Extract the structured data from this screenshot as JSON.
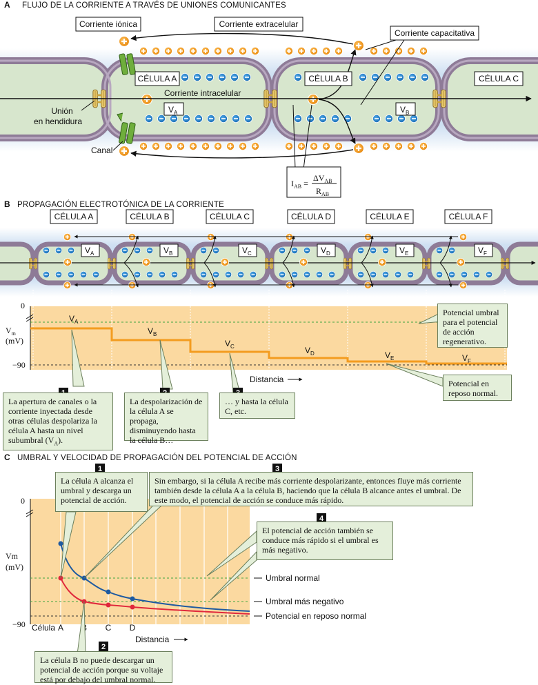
{
  "panelA": {
    "letter": "A",
    "title": "FLUJO DE LA CORRIENTE A TRAVÉS DE UNIONES COMUNICANTES",
    "ionic": "Corriente iónica",
    "extracellular": "Corriente extracelular",
    "capacitive": "Corriente capacitativa",
    "cellA": "CÉLULA A",
    "cellB": "CÉLULA B",
    "cellC": "CÉLULA C",
    "intracellular": "Corriente intracelular",
    "gap1": "Unión",
    "gap2": "en hendidura",
    "channel": "Canal",
    "va": "V",
    "va_sub": "A",
    "vb": "V",
    "vb_sub": "B",
    "iab_i": "I",
    "iab_isub": "AB",
    "iab_num": "ΔV",
    "iab_numsub": "AB",
    "iab_den": "R",
    "iab_densub": "AB"
  },
  "panelB": {
    "letter": "B",
    "title": "PROPAGACIÓN ELECTROTÓNICA DE LA CORRIENTE",
    "cells": [
      "CÉLULA A",
      "CÉLULA B",
      "CÉLULA C",
      "CÉLULA D",
      "CÉLULA E",
      "CÉLULA F"
    ],
    "vlabels": [
      "A",
      "B",
      "C",
      "D",
      "E",
      "F"
    ],
    "ylab": "V",
    "ylab_sub": "m",
    "yunit": "(mV)",
    "y0": "0",
    "y90": "−90",
    "distance": "Distancia",
    "threshold_note": "Potencial umbral para el potencial de acción regenerativo.",
    "rest_note": "Potencial en reposo normal.",
    "note1_num": "1",
    "note1": "La apertura de canales o la corriente inyectada desde otras células despolariza la célula A hasta un nivel subumbral (V",
    "note1_sub": "A",
    "note1_end": ").",
    "note2_num": "2",
    "note2": "La despolarización de la célula A se propaga, disminuyendo hasta la célula B…",
    "note3_num": "3",
    "note3": "… y hasta la célula C, etc."
  },
  "panelC": {
    "letter": "C",
    "title": "UMBRAL Y VELOCIDAD DE PROPAGACIÓN DEL POTENCIAL DE ACCIÓN",
    "ylab": "Vm",
    "yunit": "(mV)",
    "y0": "0",
    "y90": "−90",
    "x_first": "Célula",
    "x_labels": [
      "A",
      "B",
      "C",
      "D"
    ],
    "distance": "Distancia",
    "normal_threshold": "Umbral normal",
    "more_negative": "Umbral más negativo",
    "resting": "Potencial en reposo normal",
    "note1_num": "1",
    "note1": "La célula A alcanza el umbral y descarga un potencial de acción.",
    "note2_num": "2",
    "note2": "La célula B no puede descargar un potencial de acción porque su voltaje está por debajo del umbral normal.",
    "note3_num": "3",
    "note3": "Sin embargo, si la célula A recibe más corriente despolarizante, entonces fluye más corriente también desde la célula A a la célula B, haciendo que la célula B alcance antes el umbral. De este modo, el potencial de acción se conduce más rápido.",
    "note4_num": "4",
    "note4": "El potencial de acción también se conduce más rápido si el umbral es más negativo."
  },
  "colors": {
    "orange": "#f39c1f",
    "graph_fill": "#fbd9a0",
    "blue_curve": "#1e5aa0",
    "red_curve": "#e0283c",
    "threshold_green": "#3fa53f",
    "cell_fill": "#dbe9d2",
    "membrane": "#8e7b97",
    "note_fill": "#e4efda"
  }
}
